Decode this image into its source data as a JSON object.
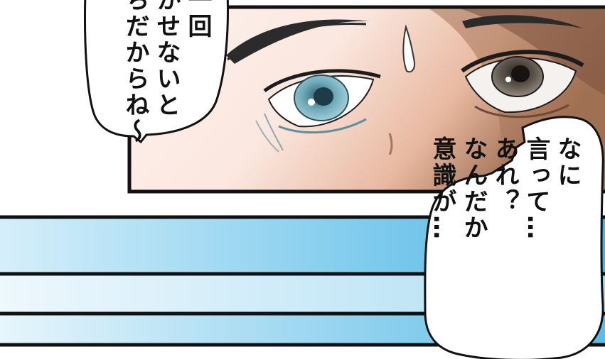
{
  "bubble_left": {
    "lines": [
      "一回",
      "かせないと",
      "ちだからね～"
    ]
  },
  "bubble_right": {
    "lines": [
      "なに",
      "言って…",
      "あれ？",
      "なんだか",
      "意識が…"
    ]
  },
  "colors": {
    "skin_light": "#fbe7df",
    "skin_shadow": "#b98566",
    "iris": "#6fa9b8",
    "speed_blue": "#4fb6e2",
    "ink": "#111111",
    "paper": "#ffffff"
  }
}
